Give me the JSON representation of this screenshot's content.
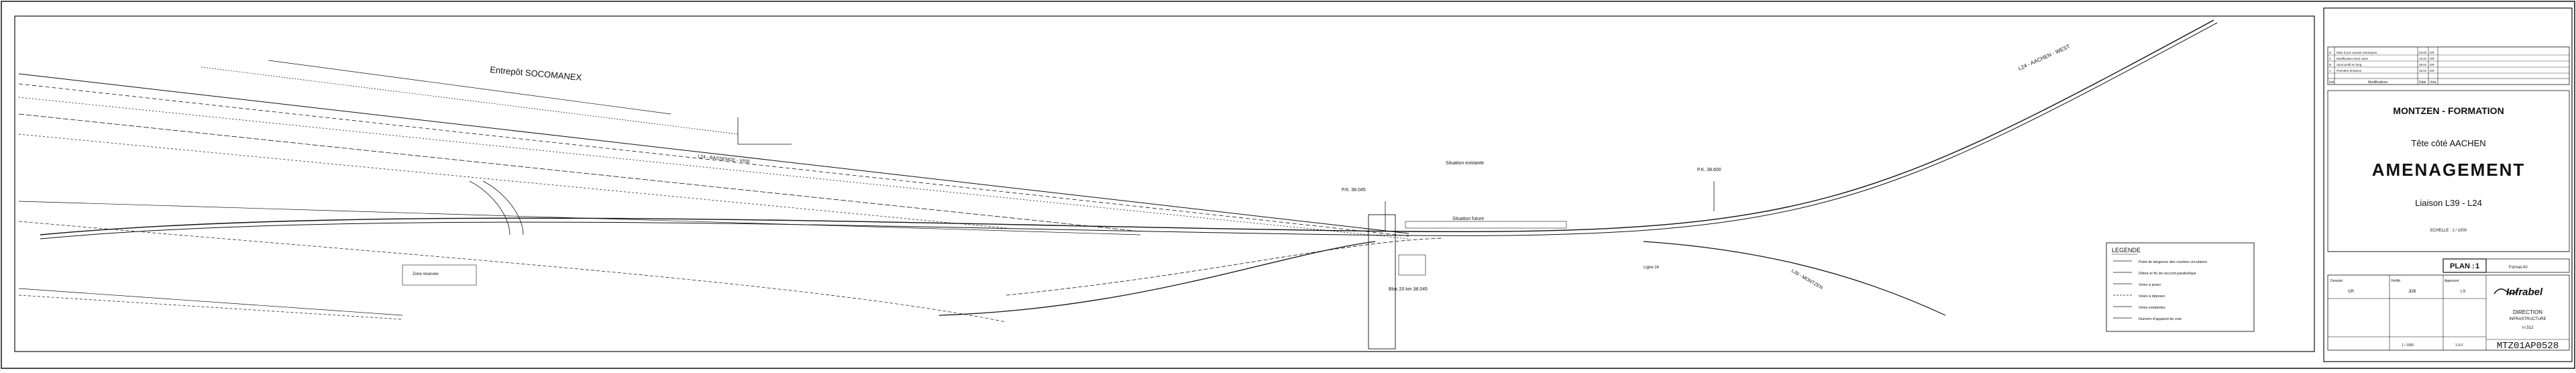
{
  "drawing": {
    "labels": {
      "entrepot": "Entrepôt SOCOMANEX",
      "ligne_24_aachen": "L24 - AACHEN - WEST",
      "ligne_24_bassenge": "L24 - BASSENGE - VISE",
      "ligne_39": "L39 - MONTZEN",
      "pk_a": "P.K. 38.045",
      "pk_b": "P.K. 38.600",
      "situation_existante": "Situation existante",
      "situation_future": "Situation future",
      "bloc": "Bloc 20 km 38.045",
      "zone_note": "Zone réservée",
      "ligne_aux": "Ligne 24"
    }
  },
  "legend": {
    "title": "LEGENDE",
    "items": [
      "Point de tangence des courbes circulaires",
      "Début et fin de raccord parabolique",
      "Voies à poser",
      "Voies à déposer",
      "Voies existantes",
      "Numéro d'appareil de voie"
    ]
  },
  "revisions": {
    "rows": [
      {
        "idx": "D",
        "text": "Mise à jour suivant remarques",
        "date": "03.03",
        "vis": "GR"
      },
      {
        "idx": "C",
        "text": "Modification tracé voies",
        "date": "12.02",
        "vis": "GR"
      },
      {
        "idx": "B",
        "text": "Ajout profil en long",
        "date": "29.01",
        "vis": "GR"
      },
      {
        "idx": "A",
        "text": "Première émission",
        "date": "15.01",
        "vis": "GR"
      }
    ],
    "header": {
      "idx": "Ind.",
      "text": "Modifications",
      "date": "Date",
      "vis": "Visa"
    }
  },
  "title_block": {
    "project": "MONTZEN - FORMATION",
    "subtitle": "Tête côté AACHEN",
    "main_title": "AMENAGEMENT",
    "liaison": "Liaison L39 - L24",
    "scale": "ECHELLE : 1 / 1000",
    "plan_label": "PLAN :",
    "plan_number": "1",
    "sheet_info": "Format A0",
    "company": "Infrabel",
    "direction": "DIRECTION",
    "direction_sub": "INFRASTRUCTURE",
    "service": "I-I.512",
    "drawing_number": "MTZ01AP0528",
    "small_a": "1 / 1000",
    "small_b": "1.0.0",
    "fields": {
      "dessine_label": "Dessiné",
      "verifie_label": "Vérifié",
      "approuve_label": "Approuvé",
      "dessine": "GR",
      "verifie": "JDB",
      "approuve": "LS"
    }
  }
}
